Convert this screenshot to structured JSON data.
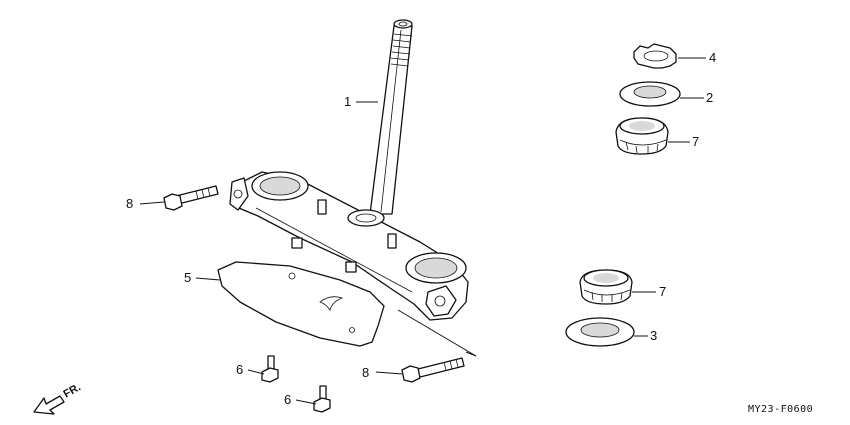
{
  "diagram": {
    "callouts": [
      {
        "id": "c1",
        "label": "1"
      },
      {
        "id": "c4",
        "label": "4"
      },
      {
        "id": "c2",
        "label": "2"
      },
      {
        "id": "c7a",
        "label": "7"
      },
      {
        "id": "c8a",
        "label": "8"
      },
      {
        "id": "c5",
        "label": "5"
      },
      {
        "id": "c7b",
        "label": "7"
      },
      {
        "id": "c3",
        "label": "3"
      },
      {
        "id": "c6a",
        "label": "6"
      },
      {
        "id": "c8b",
        "label": "8"
      },
      {
        "id": "c6b",
        "label": "6"
      }
    ],
    "figure_code": "MY23-F0600",
    "direction_label": "FR."
  }
}
